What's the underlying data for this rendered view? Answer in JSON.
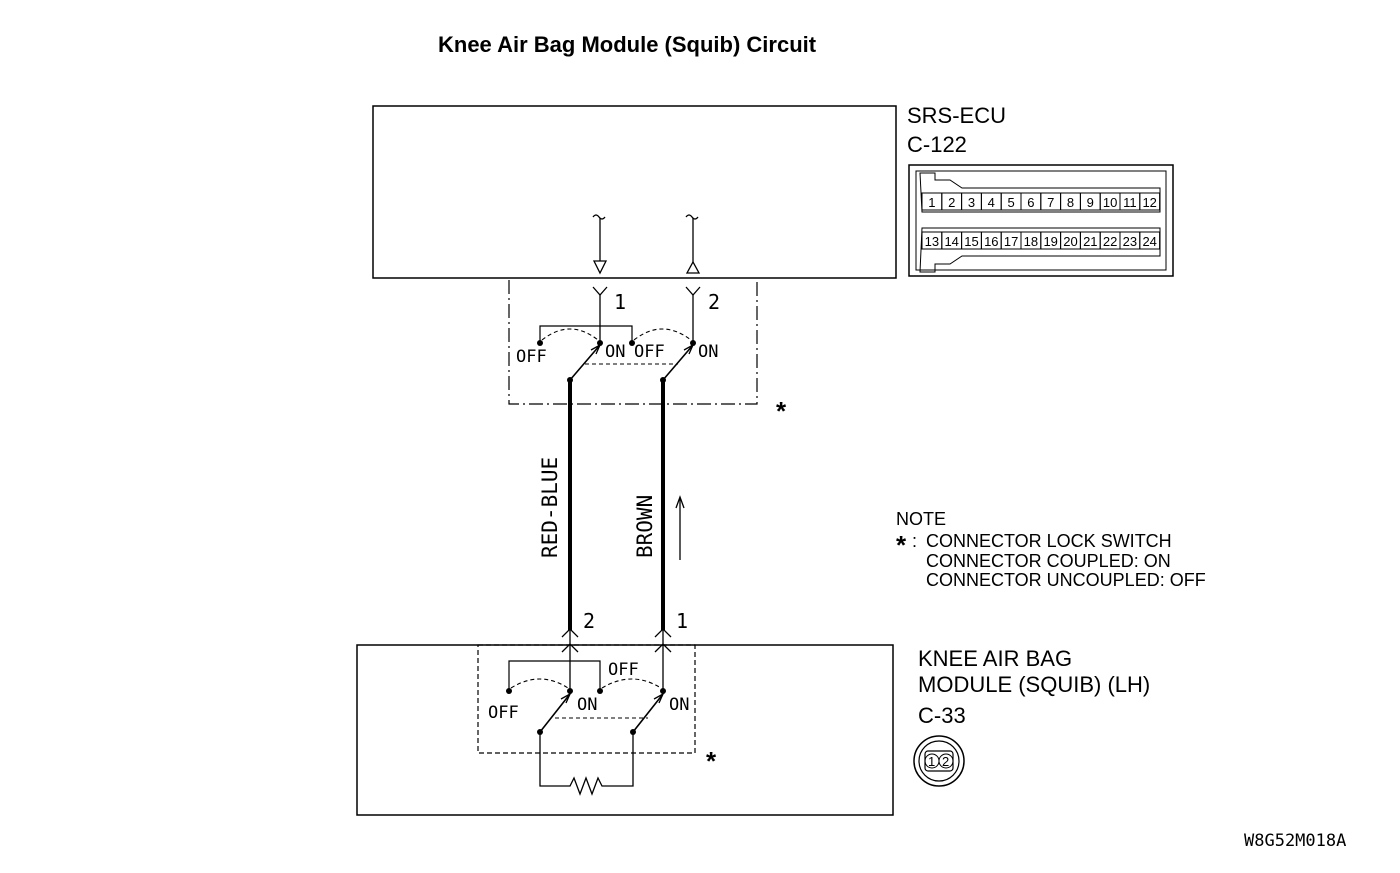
{
  "title": "Knee Air Bag Module (Squib) Circuit",
  "ecu": {
    "name": "SRS-ECU",
    "connector": "C-122",
    "pins_top": [
      "1",
      "2",
      "3",
      "4",
      "5",
      "6",
      "7",
      "8",
      "9",
      "10",
      "11",
      "12"
    ],
    "pins_bottom": [
      "13",
      "14",
      "15",
      "16",
      "17",
      "18",
      "19",
      "20",
      "21",
      "22",
      "23",
      "24"
    ],
    "pin_a": "1",
    "pin_b": "2"
  },
  "ecu_switch": {
    "off_label": "OFF",
    "on_label": "ON"
  },
  "wires": {
    "left": "RED-BLUE",
    "right": "BROWN"
  },
  "module": {
    "name_line1": "KNEE AIR BAG",
    "name_line2": "MODULE (SQUIB) (LH)",
    "connector": "C-33",
    "pin_a": "2",
    "pin_b": "1",
    "connector_pins": [
      "1",
      "2"
    ]
  },
  "module_switch": {
    "off_label": "OFF",
    "on_label": "ON"
  },
  "note": {
    "heading": "NOTE",
    "star": "*",
    "colon": ":",
    "line1": "CONNECTOR LOCK SWITCH",
    "line2": "CONNECTOR COUPLED: ON",
    "line3": "CONNECTOR UNCOUPLED: OFF"
  },
  "star_marker": "*",
  "figure_code": "W8G52M018A"
}
